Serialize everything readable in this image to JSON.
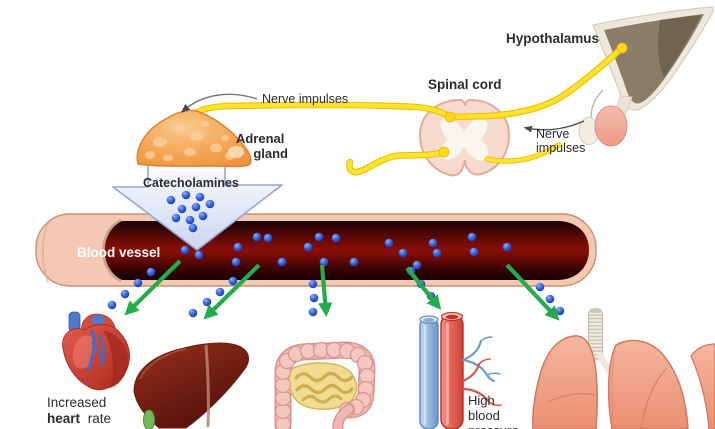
{
  "diagram": {
    "labels": {
      "hypothalamus": "Hypothalamus",
      "spinal_cord": "Spinal cord",
      "nerve_impulses": "Nerve impulses",
      "nerve_word1": "Nerve",
      "nerve_word2": "impulses",
      "adrenal1": "Adrenal",
      "adrenal2": "gland",
      "catecholamines": "Catecholamines",
      "blood_vessel": "Blood vessel",
      "increased": "Increased",
      "heart_bold": "heart",
      "rate": "rate",
      "high": "High",
      "blood": "blood",
      "pressure": "pressure"
    },
    "colors": {
      "nerve_yellow": "#FFE32E",
      "vessel_dark_red": "#8A0F09",
      "vessel_wall_pink": "#F4C9B4",
      "catecholamine_blue": "#2247CC",
      "release_arrow_green": "#23AC49",
      "adrenal_orange": "#F4A455",
      "liver": "#7E2518",
      "heart": "#CC3A2B",
      "lung_pink": "#F2A58F"
    }
  }
}
